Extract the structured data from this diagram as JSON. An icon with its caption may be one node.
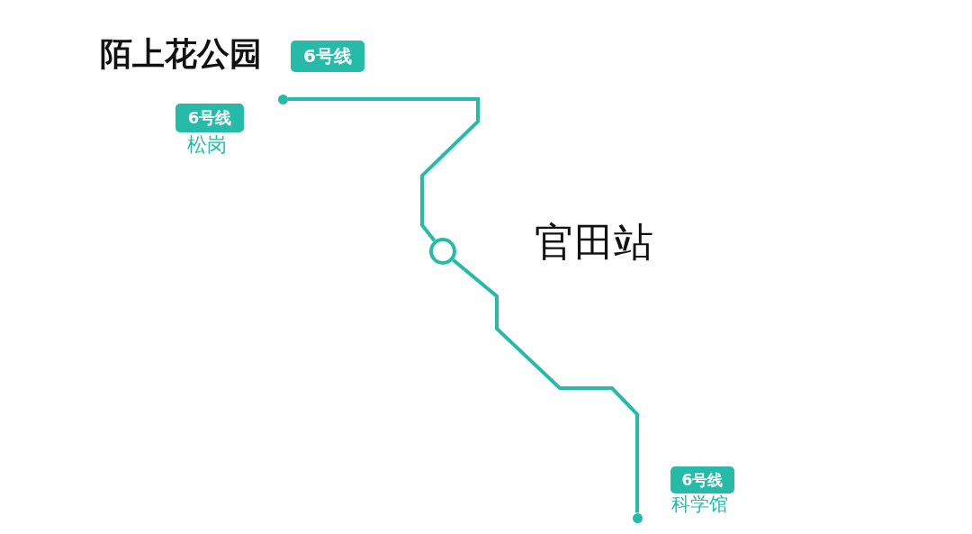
{
  "diagram": {
    "title": "陌上花公园",
    "nodes": [
      {
        "text": [
          "6号线"
        ]
      },
      {
        "text": [
          "6号线"
        ],
        "beside": [
          "松岗"
        ]
      },
      {
        "text": [],
        "shape": "circle"
      },
      {
        "text": [],
        "shape": "circle",
        "beside": [
          "官田站"
        ]
      },
      {
        "text": [],
        "shape": "circle"
      },
      {
        "text": [
          "6号线"
        ],
        "beside": [
          "科学馆"
        ]
      }
    ],
    "edges": [
      {
        "from": 2,
        "to": 3,
        "arrow": "none"
      },
      {
        "from": 3,
        "to": 4,
        "arrow": "none"
      }
    ]
  }
}
